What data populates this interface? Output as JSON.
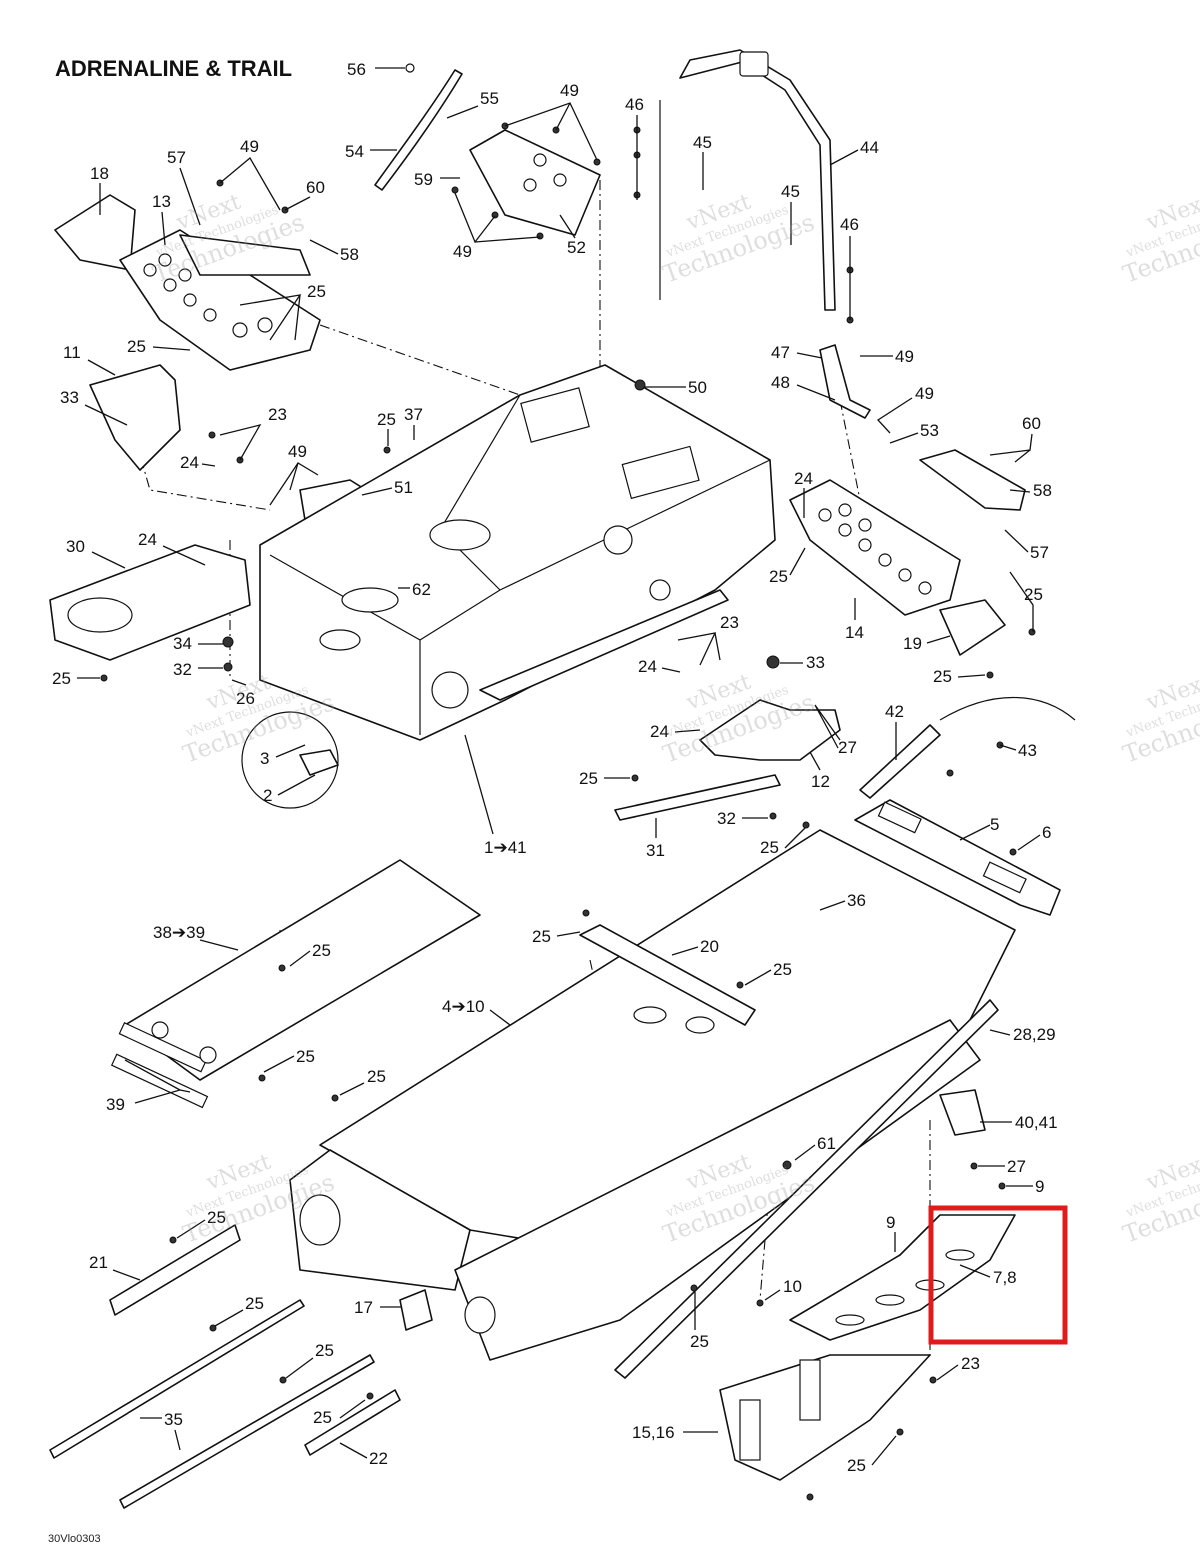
{
  "title": "ADRENALINE & TRAIL",
  "drawing_code": "30Vlo0303",
  "watermark": {
    "line1": "vNext",
    "line2": "vNext Technologies",
    "line3": "Technologies"
  },
  "highlight_color": "#e01b1b",
  "callouts": {
    "c56": "56",
    "c55": "55",
    "c54": "54",
    "c59": "59",
    "c49a": "49",
    "c49b": "49",
    "c52": "52",
    "c18": "18",
    "c57a": "57",
    "c49c": "49",
    "c60a": "60",
    "c13": "13",
    "c58a": "58",
    "c25a": "25",
    "c11": "11",
    "c25b": "25",
    "c33a": "33",
    "c23a": "23",
    "c24a": "24",
    "c46a": "46",
    "c45a": "45",
    "c44": "44",
    "c45b": "45",
    "c46b": "46",
    "c47": "47",
    "c49d": "49",
    "c48": "48",
    "c49e": "49",
    "c53": "53",
    "c50": "50",
    "c25c": "25",
    "c37": "37",
    "c49f": "49",
    "c51": "51",
    "c60b": "60",
    "c58b": "58",
    "c24b": "24",
    "c57b": "57",
    "c25d": "25",
    "c25e": "25",
    "c14": "14",
    "c19": "19",
    "c25f": "25",
    "c30": "30",
    "c24c": "24",
    "c34": "34",
    "c32a": "32",
    "c25g": "25",
    "c26": "26",
    "c62": "62",
    "c3": "3",
    "c2": "2",
    "c23b": "23",
    "c24d": "24",
    "c33b": "33",
    "c24e": "24",
    "c27a": "27",
    "c12": "12",
    "c25h": "25",
    "c31": "31",
    "c32b": "32",
    "c42": "42",
    "c43": "43",
    "c5": "5",
    "c6": "6",
    "c1_41": "1➔41",
    "c25i": "25",
    "c36": "36",
    "c38_39": "38➔39",
    "c25j": "25",
    "c25k": "25",
    "c20": "20",
    "c25l": "25",
    "c4_10": "4➔10",
    "c25m": "25",
    "c39": "39",
    "c25n": "25",
    "c28_29": "28,29",
    "c40_41": "40,41",
    "c27b": "27",
    "c61": "61",
    "c9a": "9",
    "c9b": "9",
    "c7_8": "7,8",
    "c10": "10",
    "c25o": "25",
    "c23c": "23",
    "c25p": "25",
    "c21": "21",
    "c17": "17",
    "c25q": "25",
    "c25r": "25",
    "c35": "35",
    "c25s": "25",
    "c22": "22",
    "c15_16": "15,16",
    "c25t": "25"
  }
}
